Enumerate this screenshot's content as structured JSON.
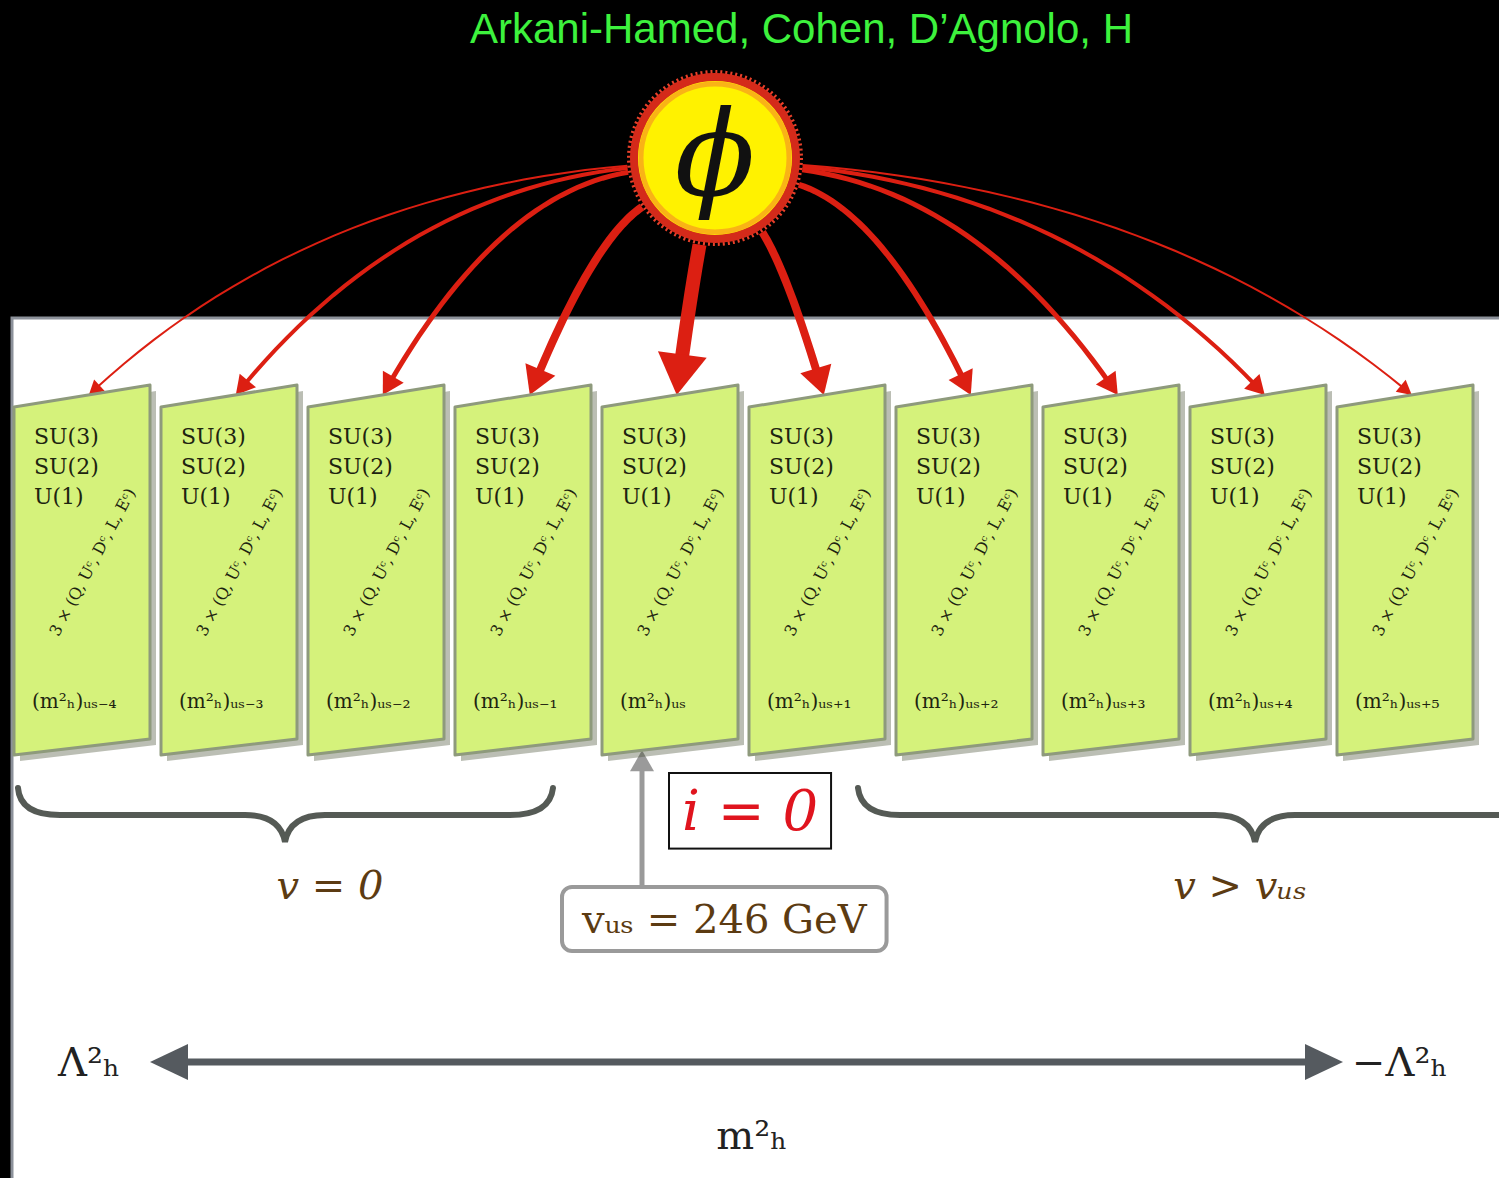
{
  "diagram": {
    "nodes": [
      {
        "text": [
          "ϕ"
        ]
      },
      {
        "text": [
          "SU(3)",
          "SU(2)",
          "U(1)",
          "3 × (Q, Uᶜ, Dᶜ, L, Eᶜ)",
          "(m²ₕ)ᵤₛ₋₄"
        ]
      },
      {
        "text": [
          "SU(3)",
          "SU(2)",
          "U(1)",
          "3 × (Q, Uᶜ, Dᶜ, L, Eᶜ)",
          "(m²ₕ)ᵤₛ₋₃"
        ]
      },
      {
        "text": [
          "SU(3)",
          "SU(2)",
          "U(1)",
          "3 × (Q, Uᶜ, Dᶜ, L, Eᶜ)",
          "(m²ₕ)ᵤₛ₋₂"
        ]
      },
      {
        "text": [
          "SU(3)",
          "SU(2)",
          "U(1)",
          "3 × (Q, Uᶜ, Dᶜ, L, Eᶜ)",
          "(m²ₕ)ᵤₛ₋₁"
        ]
      },
      {
        "text": [
          "SU(3)",
          "SU(2)",
          "U(1)",
          "3 × (Q, Uᶜ, Dᶜ, L, Eᶜ)",
          "(m²ₕ)ᵤₛ"
        ]
      },
      {
        "text": [
          "SU(3)",
          "SU(2)",
          "U(1)",
          "3 × (Q, Uᶜ, Dᶜ, L, Eᶜ)",
          "(m²ₕ)ᵤₛ₊₁"
        ]
      },
      {
        "text": [
          "SU(3)",
          "SU(2)",
          "U(1)",
          "3 × (Q, Uᶜ, Dᶜ, L, Eᶜ)",
          "(m²ₕ)ᵤₛ₊₂"
        ]
      },
      {
        "text": [
          "SU(3)",
          "SU(2)",
          "U(1)",
          "3 × (Q, Uᶜ, Dᶜ, L, Eᶜ)",
          "(m²ₕ)ᵤₛ₊₃"
        ]
      },
      {
        "text": [
          "SU(3)",
          "SU(2)",
          "U(1)",
          "3 × (Q, Uᶜ, Dᶜ, L, Eᶜ)",
          "(m²ₕ)ᵤₛ₊₄"
        ]
      },
      {
        "text": [
          "SU(3)",
          "SU(2)",
          "U(1)",
          "3 × (Q, Uᶜ, Dᶜ, L, Eᶜ)",
          "(m²ₕ)ᵤₛ₊₅"
        ]
      },
      {
        "text": [
          "i = 0"
        ]
      },
      {
        "text": [
          "vᵤₛ = 246 GeV"
        ]
      }
    ],
    "edges": [
      {
        "from": 0,
        "to": 1,
        "arrow": "to"
      },
      {
        "from": 0,
        "to": 2,
        "arrow": "to"
      },
      {
        "from": 0,
        "to": 3,
        "arrow": "to"
      },
      {
        "from": 0,
        "to": 4,
        "arrow": "to"
      },
      {
        "from": 0,
        "to": 5,
        "arrow": "to"
      },
      {
        "from": 0,
        "to": 6,
        "arrow": "to"
      },
      {
        "from": 0,
        "to": 7,
        "arrow": "to"
      },
      {
        "from": 0,
        "to": 8,
        "arrow": "to"
      },
      {
        "from": 0,
        "to": 9,
        "arrow": "to"
      },
      {
        "from": 0,
        "to": 10,
        "arrow": "to"
      },
      {
        "from": 12,
        "to": 5,
        "arrow": "to"
      }
    ],
    "labels": [
      "Arkani-Hamed, Cohen, D’Agnolo, H",
      "v = 0",
      "v > vᵤₛ",
      "Λ²ₕ",
      "−Λ²ₕ",
      "m²ₕ"
    ]
  }
}
